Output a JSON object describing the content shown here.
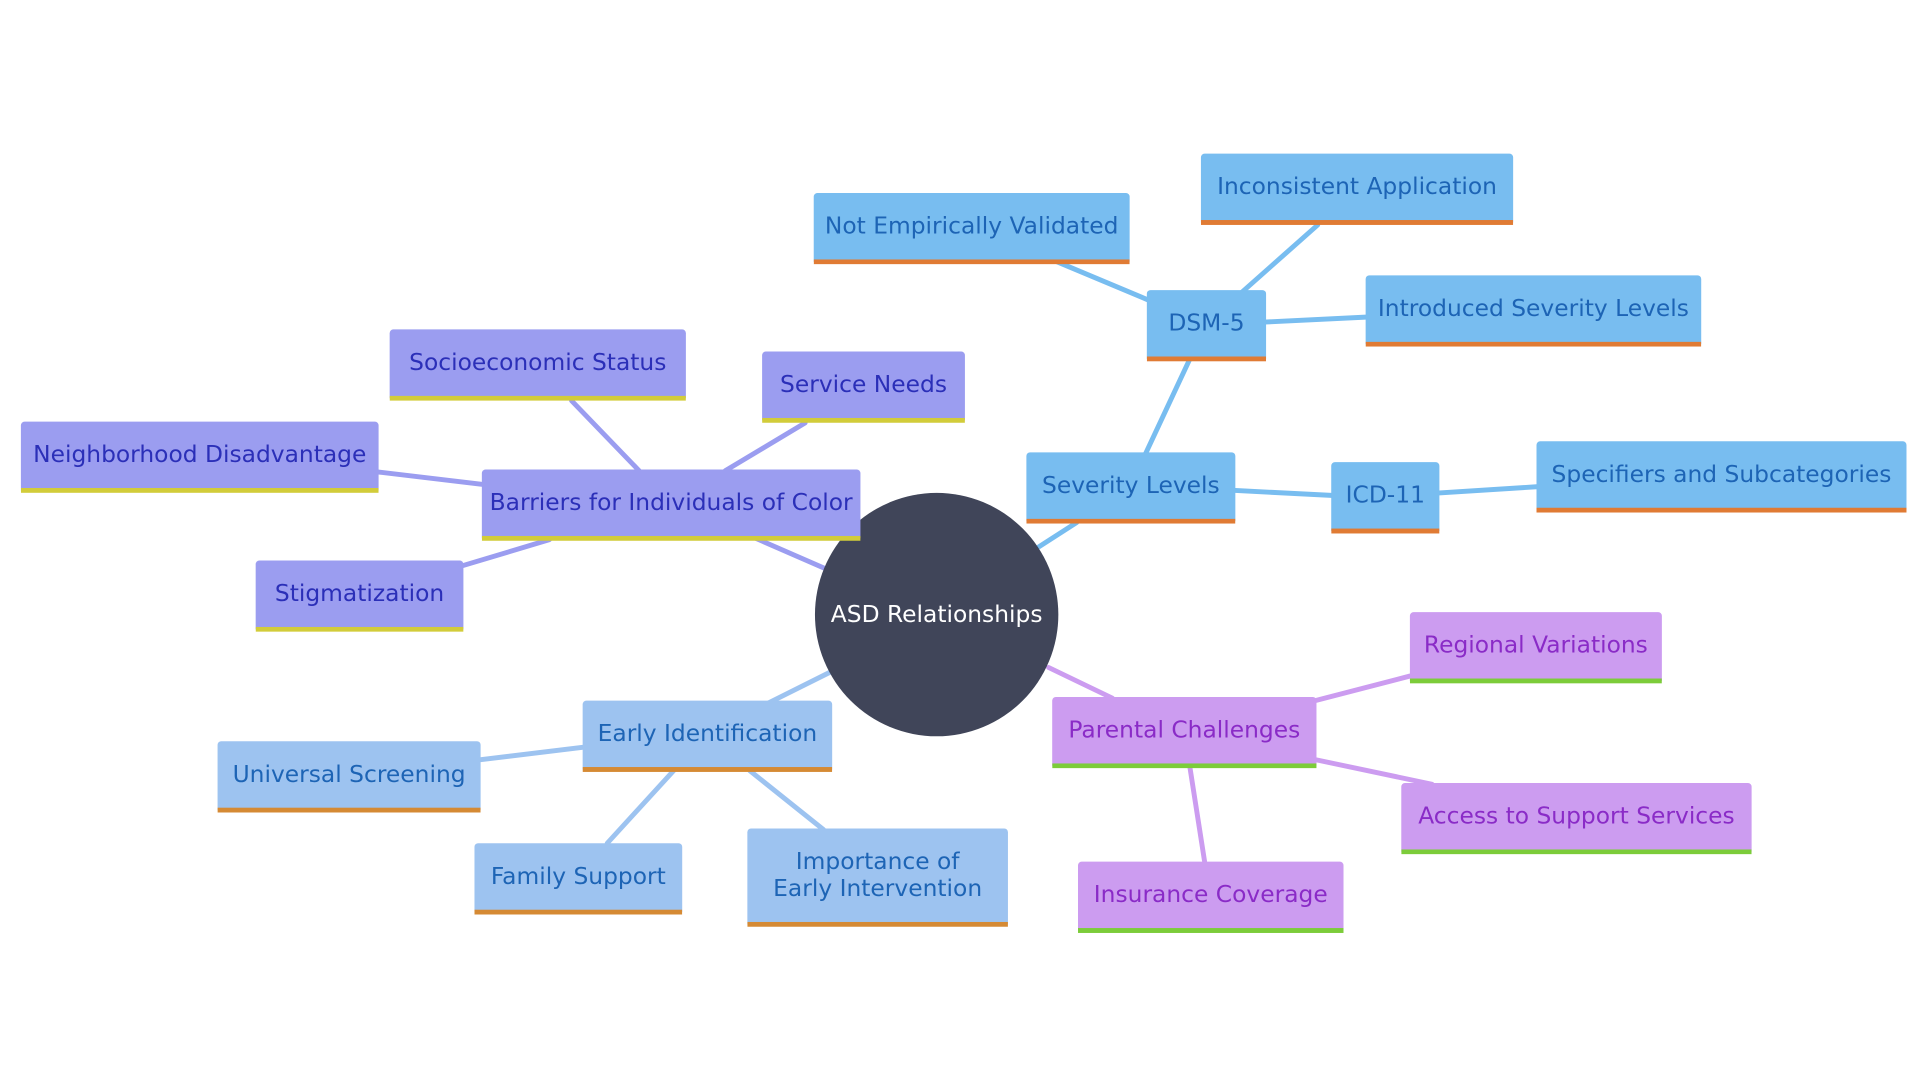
{
  "root": "ASD Relationships",
  "branches": {
    "severity": {
      "label": "Severity Levels",
      "dsm5": {
        "label": "DSM-5",
        "not_validated": "Not Empirically Validated",
        "inconsistent": "Inconsistent Application",
        "introduced": "Introduced Severity Levels"
      },
      "icd11": {
        "label": "ICD-11",
        "specifiers": "Specifiers and Subcategories"
      }
    },
    "barriers": {
      "label": "Barriers for Individuals of Color",
      "socioeconomic": "Socioeconomic Status",
      "service_needs": "Service Needs",
      "neighborhood": "Neighborhood Disadvantage",
      "stigmatization": "Stigmatization"
    },
    "early": {
      "label": "Early Identification",
      "universal": "Universal Screening",
      "family": "Family Support",
      "importance": "Importance of Early Intervention"
    },
    "parental": {
      "label": "Parental Challenges",
      "regional": "Regional Variations",
      "access": "Access to Support Services",
      "insurance": "Insurance Coverage"
    }
  },
  "colors": {
    "root": "#404559",
    "severity": "#78bdf0",
    "barriers": "#9b9df0",
    "early": "#9dc3f0",
    "parental": "#cc9cf0",
    "accent_orange": "#e07b34",
    "accent_yellow": "#d2cc3a",
    "accent_green": "#7ccc3a"
  }
}
